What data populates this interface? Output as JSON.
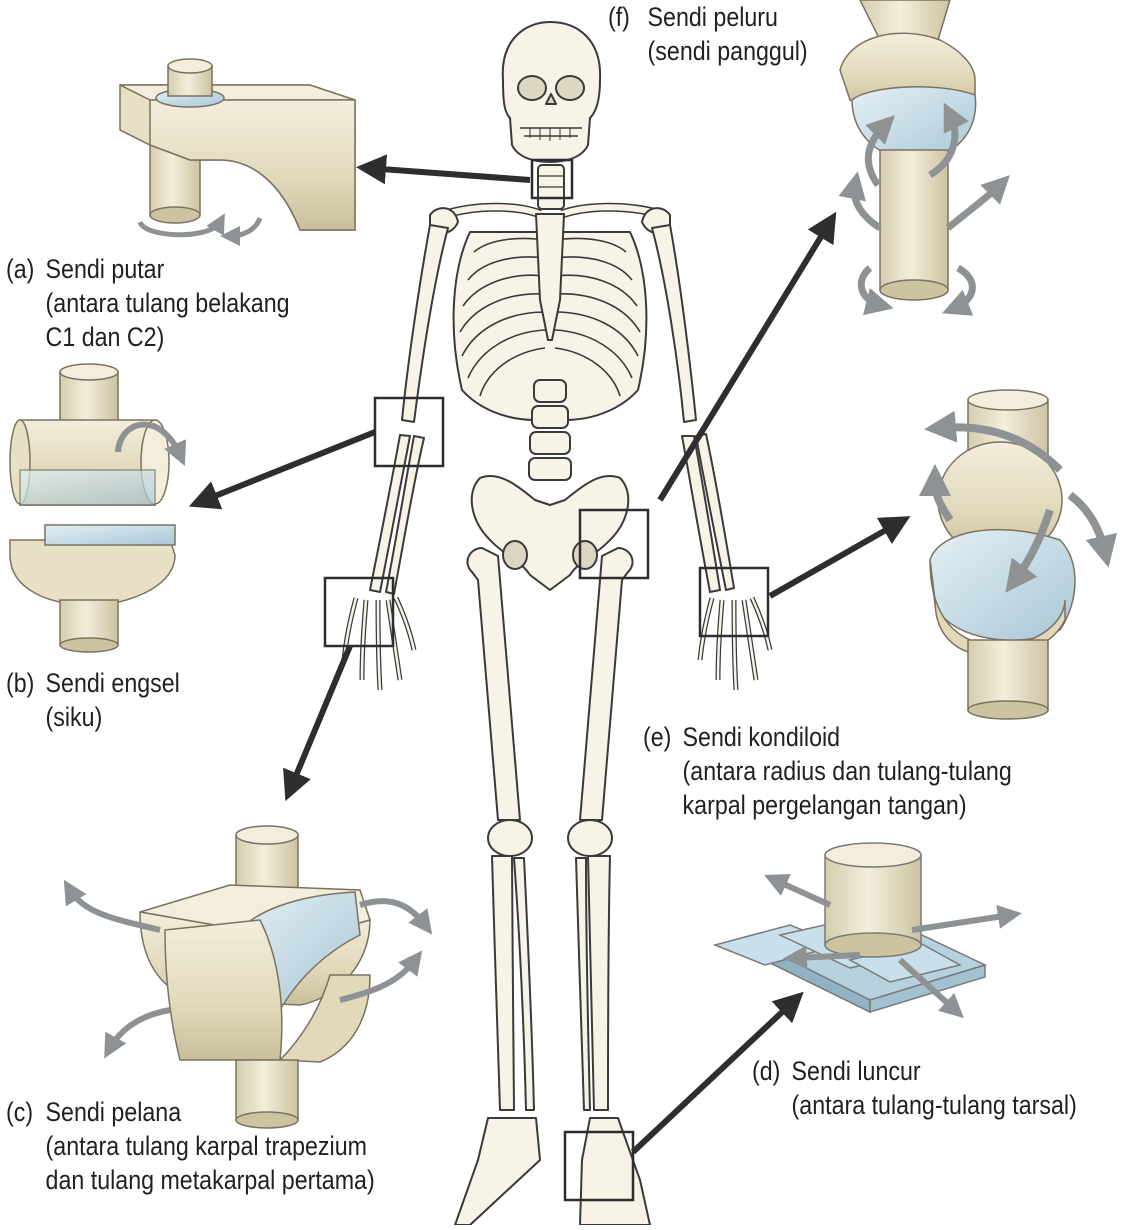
{
  "labels": {
    "a": {
      "key": "(a)",
      "line1": "Sendi putar",
      "line2": "(antara tulang belakang",
      "line3": "C1 dan C2)"
    },
    "b": {
      "key": "(b)",
      "line1": "Sendi engsel",
      "line2": "(siku)"
    },
    "c": {
      "key": "(c)",
      "line1": "Sendi pelana",
      "line2": "(antara tulang karpal trapezium",
      "line3": "dan tulang metakarpal pertama)"
    },
    "d": {
      "key": "(d)",
      "line1": "Sendi luncur",
      "line2": "(antara tulang-tulang tarsal)"
    },
    "e": {
      "key": "(e)",
      "line1": "Sendi kondiloid",
      "line2": "(antara radius dan tulang-tulang",
      "line3": "karpal pergelangan tangan)"
    },
    "f": {
      "key": "(f)",
      "line1": "Sendi peluru",
      "line2": "(sendi panggul)"
    }
  },
  "colors": {
    "bone_fill": "#f7f3e6",
    "bone_stroke": "#3a3a3a",
    "joint_model": "#e8e0c4",
    "joint_model_shade": "#cfc5a3",
    "cartilage": "#bcd6e2",
    "arrow_dark": "#2e2e2e",
    "arrow_grey": "#8e9294",
    "text": "#231f20"
  }
}
